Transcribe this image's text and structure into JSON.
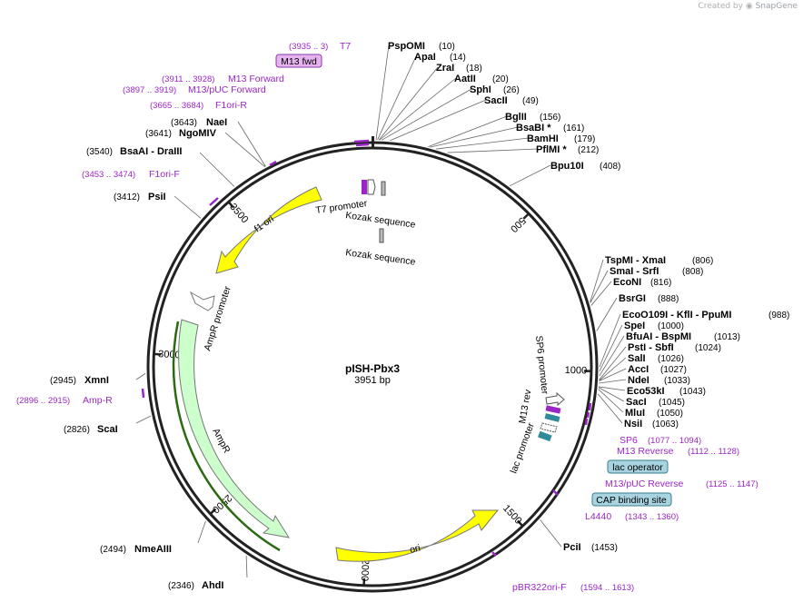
{
  "credit": {
    "created_by": "Created by",
    "brand": "SnapGene"
  },
  "plasmid": {
    "name": "pISH-Pbx3",
    "size_label": "3951 bp",
    "length_bp": 3951
  },
  "ticks": [
    {
      "bp": 500,
      "label": "500"
    },
    {
      "bp": 1000,
      "label": "1000"
    },
    {
      "bp": 1500,
      "label": "1500"
    },
    {
      "bp": 2000,
      "label": "2000"
    },
    {
      "bp": 2500,
      "label": "2500"
    },
    {
      "bp": 3000,
      "label": "3000"
    },
    {
      "bp": 3500,
      "label": "3500"
    }
  ],
  "enzymes": [
    {
      "name": "PspOMI",
      "pos": "(10)",
      "bp": 10
    },
    {
      "name": "ApaI",
      "pos": "(14)",
      "bp": 14
    },
    {
      "name": "ZraI",
      "pos": "(18)",
      "bp": 18
    },
    {
      "name": "AatII",
      "pos": "(20)",
      "bp": 20
    },
    {
      "name": "SphI",
      "pos": "(26)",
      "bp": 26
    },
    {
      "name": "SacII",
      "pos": "(49)",
      "bp": 49
    },
    {
      "name": "BglII",
      "pos": "(156)",
      "bp": 156
    },
    {
      "name": "BsaBI *",
      "pos": "(161)",
      "bp": 161
    },
    {
      "name": "BamHI",
      "pos": "(179)",
      "bp": 179
    },
    {
      "name": "PflMI *",
      "pos": "(212)",
      "bp": 212
    },
    {
      "name": "Bpu10I",
      "pos": "(408)",
      "bp": 408
    },
    {
      "name": "TspMI  - XmaI",
      "pos": "(806)",
      "bp": 806
    },
    {
      "name": "SmaI  - SrfI",
      "pos": "(808)",
      "bp": 808
    },
    {
      "name": "EcoNI",
      "pos": "(816)",
      "bp": 816
    },
    {
      "name": "BsrGI",
      "pos": "(888)",
      "bp": 888
    },
    {
      "name": "EcoO109I  - KflI  - PpuMI",
      "pos": "(988)",
      "bp": 988
    },
    {
      "name": "SpeI",
      "pos": "(1000)",
      "bp": 1000
    },
    {
      "name": "BfuAI  - BspMI",
      "pos": "(1013)",
      "bp": 1013
    },
    {
      "name": "PstI  - SbfI",
      "pos": "(1024)",
      "bp": 1024
    },
    {
      "name": "SalI",
      "pos": "(1026)",
      "bp": 1026
    },
    {
      "name": "AccI",
      "pos": "(1027)",
      "bp": 1027
    },
    {
      "name": "NdeI",
      "pos": "(1033)",
      "bp": 1033
    },
    {
      "name": "Eco53kI",
      "pos": "(1043)",
      "bp": 1043
    },
    {
      "name": "SacI",
      "pos": "(1045)",
      "bp": 1045
    },
    {
      "name": "MluI",
      "pos": "(1050)",
      "bp": 1050
    },
    {
      "name": "NsiI",
      "pos": "(1063)",
      "bp": 1063
    },
    {
      "name": "PciI",
      "pos": "(1453)",
      "bp": 1453
    },
    {
      "name": "AhdI",
      "pos": "(2346)",
      "bp": 2346
    },
    {
      "name": "NmeAIII",
      "pos": "(2494)",
      "bp": 2494
    },
    {
      "name": "ScaI",
      "pos": "(2826)",
      "bp": 2826
    },
    {
      "name": "XmnI",
      "pos": "(2945)",
      "bp": 2945
    },
    {
      "name": "PsiI",
      "pos": "(3412)",
      "bp": 3412
    },
    {
      "name": "BsaAI  - DraIII",
      "pos": "(3540)",
      "bp": 3540
    },
    {
      "name": "NgoMIV",
      "pos": "(3641)",
      "bp": 3641
    },
    {
      "name": "NaeI",
      "pos": "(3643)",
      "bp": 3643
    }
  ],
  "primers": [
    {
      "name": "T7",
      "range": "(3935 .. 3)"
    },
    {
      "name": "M13 Forward",
      "range": "(3911 .. 3928)"
    },
    {
      "name": "M13/pUC Forward",
      "range": "(3897 .. 3919)"
    },
    {
      "name": "F1ori-R",
      "range": "(3665 .. 3684)"
    },
    {
      "name": "F1ori-F",
      "range": "(3453 .. 3474)"
    },
    {
      "name": "Amp-R",
      "range": "(2896 .. 2915)"
    },
    {
      "name": "SP6",
      "range": "(1077 .. 1094)"
    },
    {
      "name": "M13 Reverse",
      "range": "(1112 .. 1128)"
    },
    {
      "name": "M13/pUC Reverse",
      "range": "(1125 .. 1147)"
    },
    {
      "name": "L4440",
      "range": "(1343 .. 1360)"
    },
    {
      "name": "pBR322ori-F",
      "range": "(1594 .. 1613)"
    }
  ],
  "boxed_features": [
    {
      "name": "M13 fwd"
    },
    {
      "name": "lac operator"
    },
    {
      "name": "CAP binding site"
    }
  ],
  "inner_labels": {
    "t7_promoter": "T7 promoter",
    "kozak1": "Kozak sequence",
    "kozak2": "Kozak sequence",
    "f1_ori": "f1 ori",
    "ampr_promoter": "AmpR promoter",
    "ampr": "AmpR",
    "ori": "ori",
    "sp6_promoter": "SP6 promoter",
    "m13_rev": "M13 rev",
    "lac_promoter": "lac promoter"
  },
  "colors": {
    "backbone": "#222222",
    "feature_yellow": "#ffff00",
    "ampr_fill": "#ccffcc",
    "primer": "#9b26c6",
    "boxed_purple": "#e6b3f0",
    "boxed_blue": "#a8d3e0"
  }
}
